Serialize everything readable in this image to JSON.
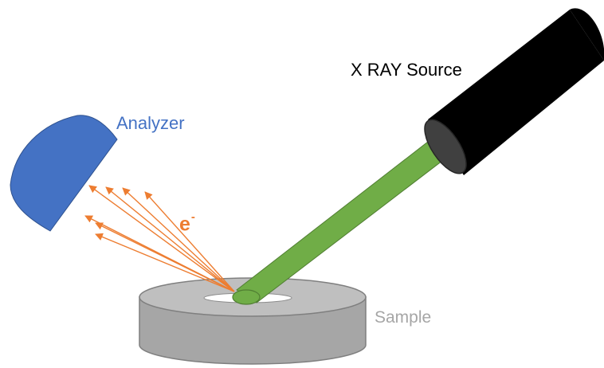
{
  "labels": {
    "analyzer": "Analyzer",
    "xray_source": "X RAY Source",
    "sample": "Sample",
    "electron": "e",
    "electron_charge": "-"
  },
  "colors": {
    "analyzer": "#4472c4",
    "xray_source_body": "#000000",
    "xray_source_face": "#404040",
    "beam": "#70ad47",
    "beam_outline": "#507e32",
    "electrons": "#ed7d31",
    "sample_side": "#a6a6a6",
    "sample_top": "#bfbfbf",
    "sample_outline": "#7f7f7f",
    "sample_label": "#a6a6a6",
    "text_dark": "#000000"
  },
  "icons": {
    "analyzer": "analyzer-dome-shape",
    "xray_source": "cylinder-tube-shape",
    "sample": "disk-shape"
  }
}
